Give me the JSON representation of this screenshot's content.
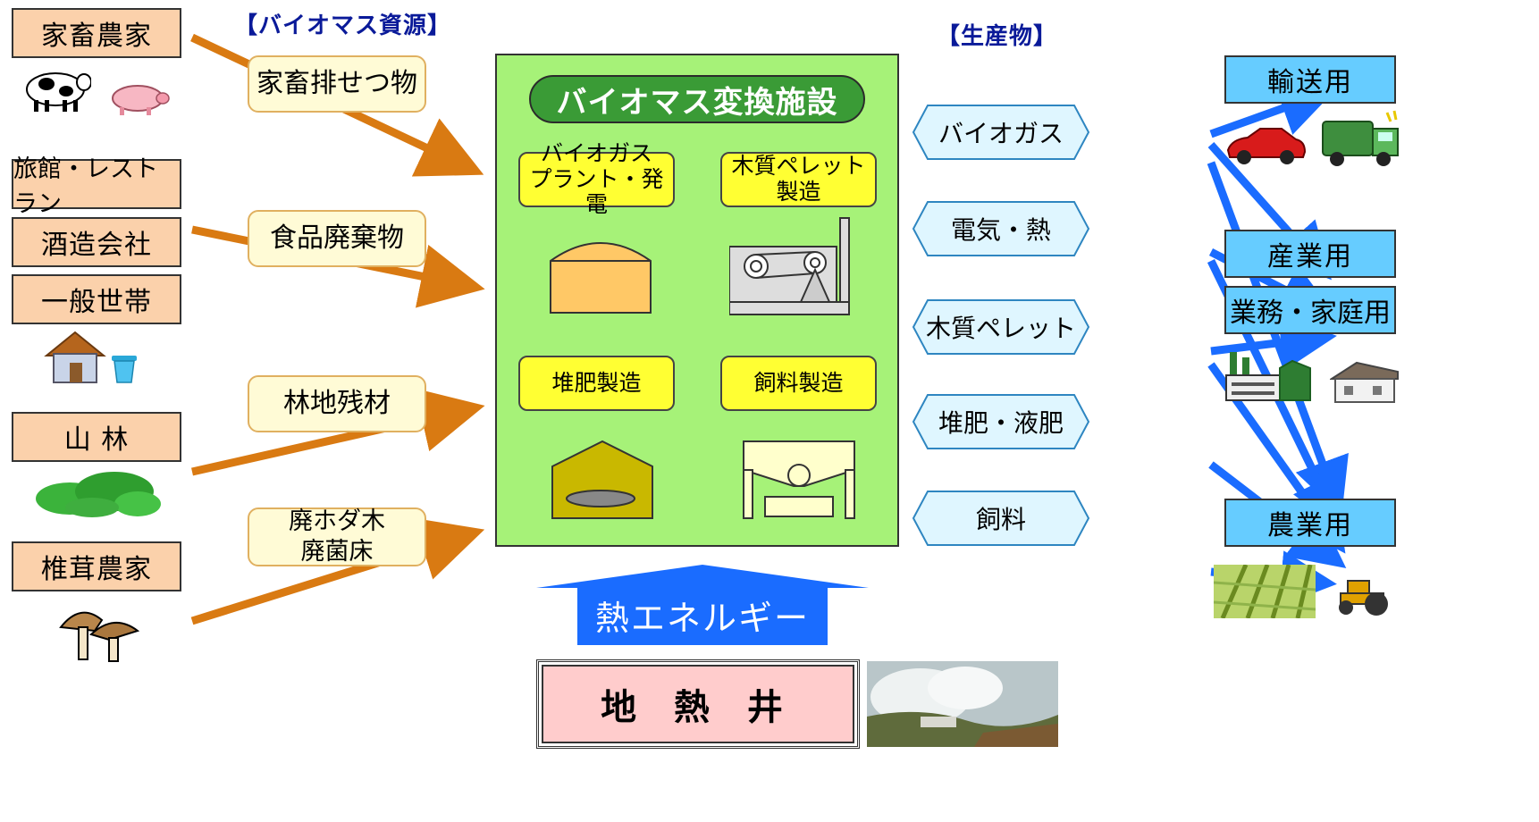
{
  "headers": {
    "resources": "【バイオマス資源】",
    "products": "【生産物】"
  },
  "sources": [
    "家畜農家",
    "旅館・レストラン",
    "酒造会社",
    "一般世帯",
    "山 林",
    "椎茸農家"
  ],
  "resources": [
    "家畜排せつ物",
    "食品廃棄物",
    "林地残材",
    "廃ホダ木\n廃菌床"
  ],
  "plant": {
    "title": "バイオマス変換施設",
    "processes": [
      "バイオガス\nプラント・発電",
      "木質ペレット\n製造",
      "堆肥製造",
      "飼料製造"
    ]
  },
  "products": [
    "バイオガス",
    "電気・熱",
    "木質ペレット",
    "堆肥・液肥",
    "飼料"
  ],
  "destinations": [
    "輸送用",
    "産業用",
    "業務・家庭用",
    "農業用"
  ],
  "heat": {
    "label": "熱エネルギー"
  },
  "well": {
    "label": "地 熱 井"
  },
  "colors": {
    "orange_arrow": "#d97a12",
    "blue_arrow": "#1a6cff",
    "plant_fill": "#a6f278",
    "plant_title": "#3a9b36",
    "process_fill": "#ffff33",
    "source_fill": "#fbd1ab",
    "resource_fill": "#fffbd6",
    "product_fill": "#dff6ff",
    "destination_fill": "#66ccff",
    "heat_fill": "#1a6cff",
    "well_fill": "#ffcccc",
    "header_text": "#0a1a99"
  },
  "icons": [
    "cow-icon",
    "pig-icon",
    "house-icon",
    "trash-bin-icon",
    "forest-icon",
    "shiitake-mushroom-icon",
    "digester-tank-icon",
    "pellet-machine-icon",
    "compost-shed-icon",
    "feed-mixer-icon",
    "car-icon",
    "garbage-truck-icon",
    "factory-icon",
    "home-icon",
    "farm-field-icon",
    "tractor-icon",
    "geothermal-photo"
  ]
}
